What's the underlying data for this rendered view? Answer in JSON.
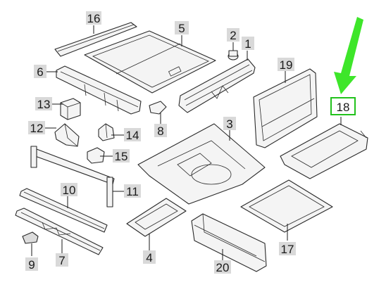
{
  "diagram": {
    "callouts": [
      {
        "id": "16",
        "label": "16"
      },
      {
        "id": "5",
        "label": "5"
      },
      {
        "id": "2",
        "label": "2"
      },
      {
        "id": "1",
        "label": "1"
      },
      {
        "id": "6",
        "label": "6"
      },
      {
        "id": "19",
        "label": "19"
      },
      {
        "id": "13",
        "label": "13"
      },
      {
        "id": "8",
        "label": "8"
      },
      {
        "id": "18",
        "label": "18"
      },
      {
        "id": "12",
        "label": "12"
      },
      {
        "id": "14",
        "label": "14"
      },
      {
        "id": "3",
        "label": "3"
      },
      {
        "id": "15",
        "label": "15"
      },
      {
        "id": "11",
        "label": "11"
      },
      {
        "id": "10",
        "label": "10"
      },
      {
        "id": "4",
        "label": "4"
      },
      {
        "id": "17",
        "label": "17"
      },
      {
        "id": "9",
        "label": "9"
      },
      {
        "id": "7",
        "label": "7"
      },
      {
        "id": "20",
        "label": "20"
      }
    ],
    "highlighted_callout": "18",
    "colors": {
      "highlight": "#22c21c",
      "arrow": "#3ee62a",
      "line": "#2a2a2a",
      "label_bg": "#d9d9d9"
    }
  }
}
